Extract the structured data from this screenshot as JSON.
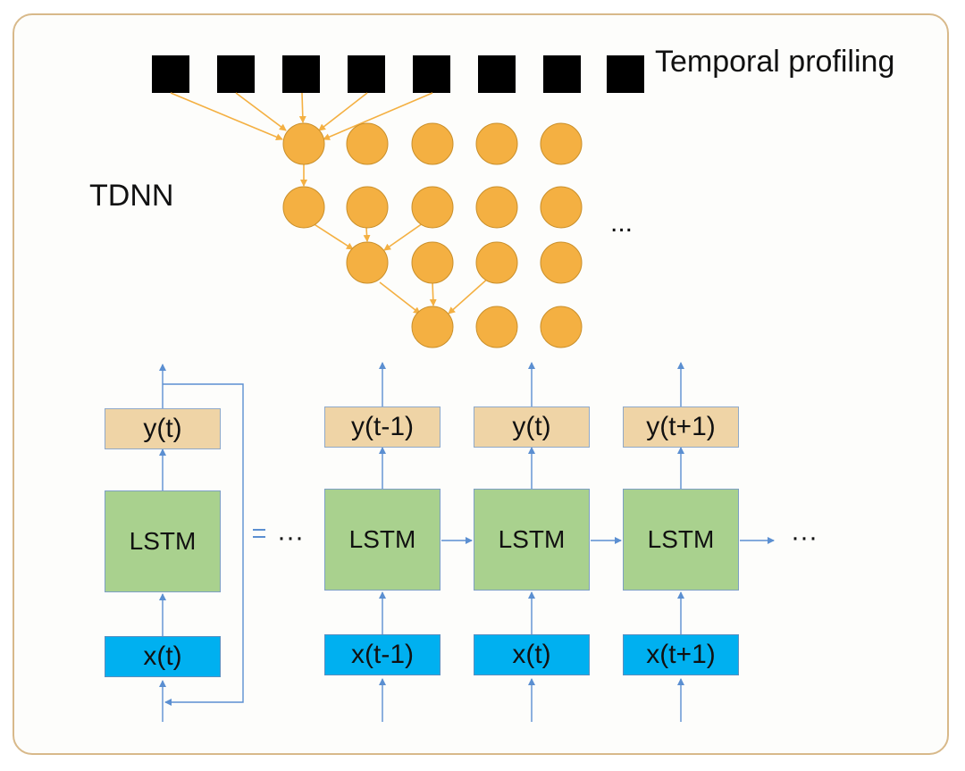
{
  "labels": {
    "temporal_profiling": "Temporal profiling",
    "tdnn": "TDNN",
    "ellipsis_tdnn": "...",
    "ellipsis_left": "···",
    "ellipsis_right": "···"
  },
  "rolled": {
    "output": "y(t)",
    "cell": "LSTM",
    "input": "x(t)"
  },
  "unrolled": [
    {
      "output": "y(t-1)",
      "cell": "LSTM",
      "input": "x(t-1)"
    },
    {
      "output": "y(t)",
      "cell": "LSTM",
      "input": "x(t)"
    },
    {
      "output": "y(t+1)",
      "cell": "LSTM",
      "input": "x(t+1)"
    }
  ],
  "colors": {
    "frame_border": "#d8b98a",
    "node_fill": "#f4b042",
    "node_stroke": "#c98f2a",
    "arrow_orange": "#f4b042",
    "arrow_blue": "#5b8fd1",
    "output_box": "#efd4a6",
    "input_box": "#00b0f0",
    "lstm_box": "#a9d18e",
    "square": "#000000"
  }
}
